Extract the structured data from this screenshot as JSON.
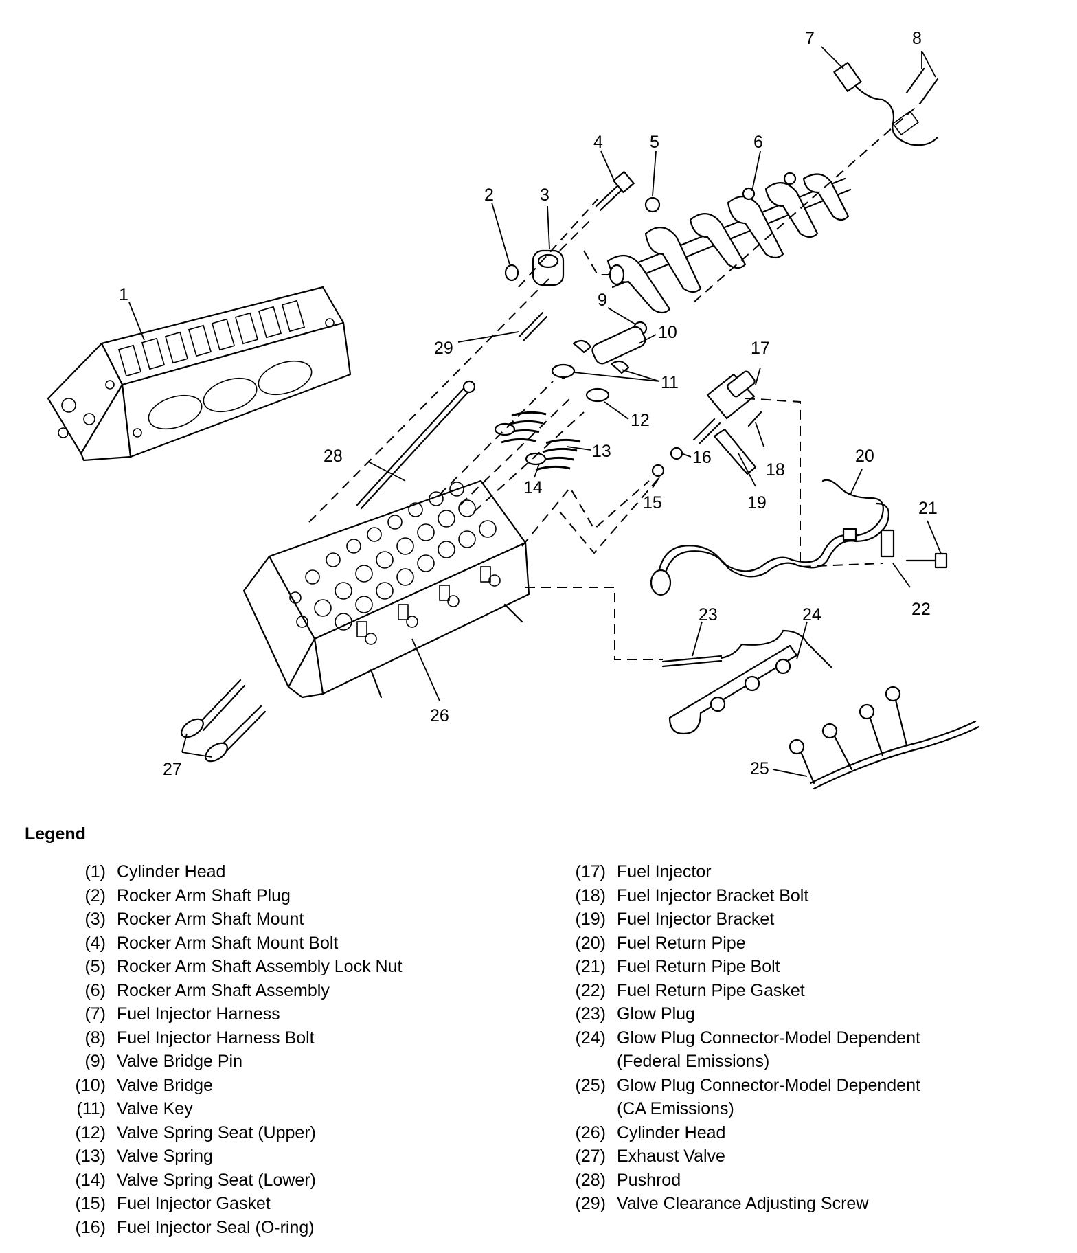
{
  "callouts": [
    "1",
    "2",
    "3",
    "4",
    "5",
    "6",
    "7",
    "8",
    "9",
    "10",
    "11",
    "12",
    "13",
    "14",
    "15",
    "16",
    "17",
    "18",
    "19",
    "20",
    "21",
    "22",
    "23",
    "24",
    "25",
    "26",
    "27",
    "28",
    "29"
  ],
  "legend": {
    "title": "Legend",
    "left": [
      {
        "num": "(1)",
        "label": "Cylinder Head"
      },
      {
        "num": "(2)",
        "label": "Rocker Arm Shaft Plug"
      },
      {
        "num": "(3)",
        "label": "Rocker Arm Shaft Mount"
      },
      {
        "num": "(4)",
        "label": "Rocker Arm Shaft Mount Bolt"
      },
      {
        "num": "(5)",
        "label": "Rocker Arm Shaft Assembly Lock Nut"
      },
      {
        "num": "(6)",
        "label": "Rocker Arm Shaft Assembly"
      },
      {
        "num": "(7)",
        "label": "Fuel Injector Harness"
      },
      {
        "num": "(8)",
        "label": "Fuel Injector Harness Bolt"
      },
      {
        "num": "(9)",
        "label": "Valve Bridge Pin"
      },
      {
        "num": "(10)",
        "label": "Valve Bridge"
      },
      {
        "num": "(11)",
        "label": "Valve Key"
      },
      {
        "num": "(12)",
        "label": "Valve Spring Seat (Upper)"
      },
      {
        "num": "(13)",
        "label": "Valve Spring"
      },
      {
        "num": "(14)",
        "label": "Valve Spring Seat (Lower)"
      },
      {
        "num": "(15)",
        "label": "Fuel Injector Gasket"
      },
      {
        "num": "(16)",
        "label": "Fuel Injector Seal (O-ring)"
      }
    ],
    "right": [
      {
        "num": "(17)",
        "label": "Fuel Injector"
      },
      {
        "num": "(18)",
        "label": "Fuel Injector Bracket Bolt"
      },
      {
        "num": "(19)",
        "label": "Fuel Injector Bracket"
      },
      {
        "num": "(20)",
        "label": "Fuel Return Pipe"
      },
      {
        "num": "(21)",
        "label": "Fuel Return Pipe Bolt"
      },
      {
        "num": "(22)",
        "label": "Fuel Return Pipe Gasket"
      },
      {
        "num": "(23)",
        "label": "Glow Plug"
      },
      {
        "num": "(24)",
        "label": "Glow Plug Connector-Model Dependent\n(Federal Emissions)"
      },
      {
        "num": "(25)",
        "label": "Glow Plug Connector-Model Dependent\n(CA Emissions)"
      },
      {
        "num": "(26)",
        "label": "Cylinder Head"
      },
      {
        "num": "(27)",
        "label": "Exhaust Valve"
      },
      {
        "num": "(28)",
        "label": "Pushrod"
      },
      {
        "num": "(29)",
        "label": "Valve Clearance Adjusting Screw"
      }
    ]
  }
}
